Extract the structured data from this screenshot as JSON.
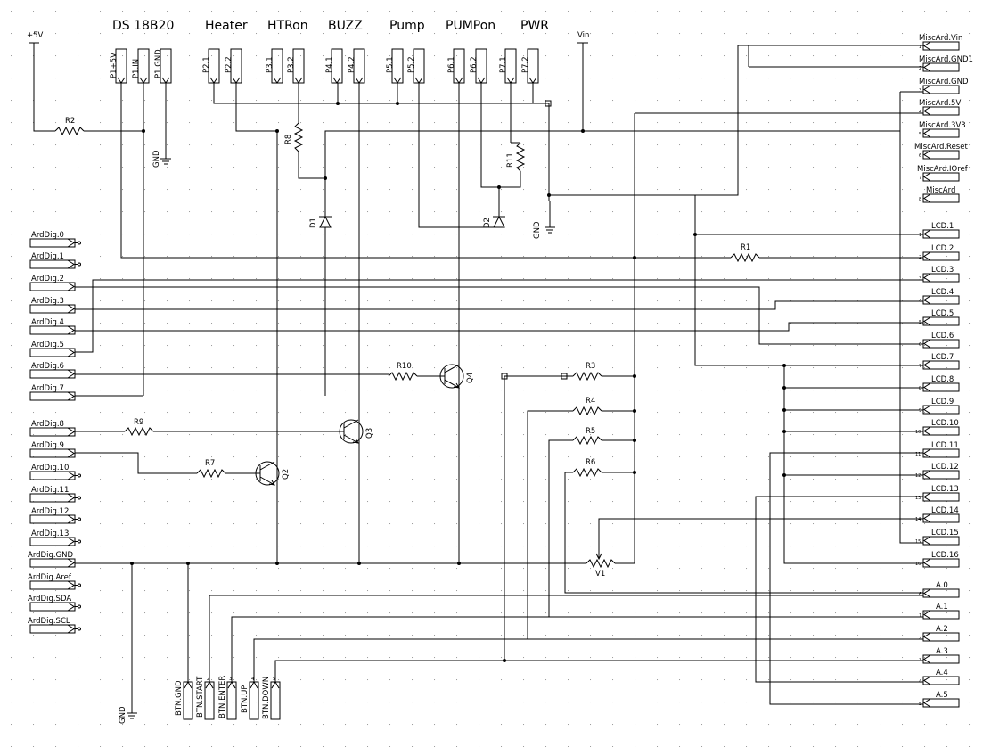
{
  "headers": [
    "DS  18B20",
    "Heater",
    "HTRon",
    "BUZZ",
    "Pump",
    "PUMPon",
    "PWR"
  ],
  "power": {
    "p5v": "+5V",
    "vin": "Vin",
    "gnd": "GND"
  },
  "top_connectors": [
    "P1+5V",
    "P1.IN",
    "P1.GND",
    "P2.1",
    "P2.2",
    "P3.1",
    "P3.2",
    "P4.1",
    "P4.2",
    "P5.1",
    "P5.2",
    "P6.1",
    "P6.2",
    "P7.1",
    "P7.2"
  ],
  "misc": [
    "MiscArd.Vin",
    "MiscArd.GND1",
    "MiscArd.GND",
    "MiscArd.5V",
    "MiscArd.3V3",
    "MiscArd.Reset",
    "MiscArd.IOref",
    "MiscArd"
  ],
  "lcd": [
    "LCD.1",
    "LCD.2",
    "LCD.3",
    "LCD.4",
    "LCD.5",
    "LCD.6",
    "LCD.7",
    "LCD.8",
    "LCD.9",
    "LCD.10",
    "LCD.11",
    "LCD.12",
    "LCD.13",
    "LCD.14",
    "LCD.15",
    "LCD.16"
  ],
  "analog": [
    "A.0",
    "A.1",
    "A.2",
    "A.3",
    "A.4",
    "A.5"
  ],
  "ardpins": [
    "ArdDig.0",
    "ArdDig.1",
    "ArdDig.2",
    "ArdDig.3",
    "ArdDig.4",
    "ArdDig.5",
    "ArdDig.6",
    "ArdDig.7",
    "ArdDig.8",
    "ArdDig.9",
    "ArdDig.10",
    "ArdDig.11",
    "ArdDig.12",
    "ArdDig.13",
    "ArdDig.GND",
    "ArdDig.Aref",
    "ArdDig.SDA",
    "ArdDig.SCL"
  ],
  "buttons": [
    "BTN.GND",
    "BTN.START",
    "BTN.ENTER",
    "BTN.UP",
    "BTN.DOWN"
  ],
  "resistors": {
    "R1": "R1",
    "R2": "R2",
    "R3": "R3",
    "R4": "R4",
    "R5": "R5",
    "R6": "R6",
    "R7": "R7",
    "R8": "R8",
    "R9": "R9",
    "R10": "R10",
    "R11": "R11"
  },
  "diodes": {
    "D1": "D1",
    "D2": "D2"
  },
  "transistors": {
    "Q2": "Q2",
    "Q3": "Q3",
    "Q4": "Q4"
  },
  "pot": "V1",
  "pin_numbers": {
    "one": "1",
    "two": "2",
    "three": "3",
    "four": "4",
    "five": "5",
    "six": "6",
    "seven": "7",
    "eight": "8",
    "nine": "9",
    "ten": "10",
    "eleven": "11",
    "twelve": "12",
    "thirteen": "13",
    "fourteen": "14",
    "fifteen": "15",
    "sixteen": "16"
  }
}
